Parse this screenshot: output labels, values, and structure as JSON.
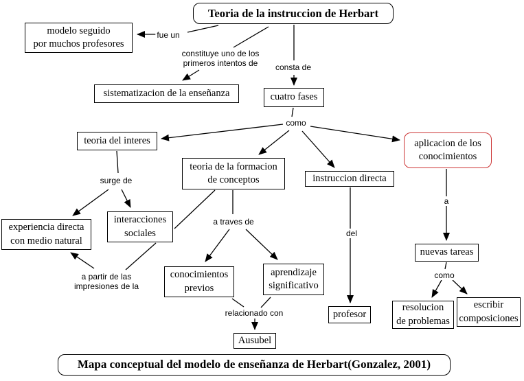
{
  "colors": {
    "background": "#ffffff",
    "line": "#000000",
    "node_border": "#000000",
    "node_text": "#000000",
    "highlight_border": "#cc3333"
  },
  "title": {
    "text": "Teoria de la instruccion de Herbart"
  },
  "caption": {
    "text": "Mapa conceptual del modelo de enseñanza de Herbart(Gonzalez, 2001)"
  },
  "nodes": {
    "modelo_seguido": "modelo seguido\npor muchos profesores",
    "sistematizacion": "sistematizacion de la enseñanza",
    "cuatro_fases": "cuatro fases",
    "teoria_del_interes": "teoria del interes",
    "teoria_formacion_conceptos": "teoria de la formacion\nde conceptos",
    "instruccion_directa": "instruccion directa",
    "aplicacion_conocimientos": "aplicacion de los\nconocimientos",
    "experiencia_directa": "experiencia directa\ncon medio natural",
    "interacciones_sociales": "interacciones\nsociales",
    "conocimientos_previos": "conocimientos\nprevios",
    "aprendizaje_significativo": "aprendizaje\nsignificativo",
    "profesor": "profesor",
    "nuevas_tareas": "nuevas tareas",
    "resolucion_problemas": "resolucion\nde problemas",
    "escribir_composiciones": "escribir\ncomposiciones",
    "ausubel": "Ausubel"
  },
  "link_labels": {
    "fue_un": "fue un",
    "constituye": "constituye uno de los\nprimeros intentos de",
    "consta_de": "consta de",
    "como_fases": "como",
    "surge_de": "surge de",
    "a_traves_de": "a traves de",
    "a_partir": "a partir de las\nimpresiones de la",
    "relacionado_con": "relacionado con",
    "del": "del",
    "a": "a",
    "como_tareas": "como"
  }
}
